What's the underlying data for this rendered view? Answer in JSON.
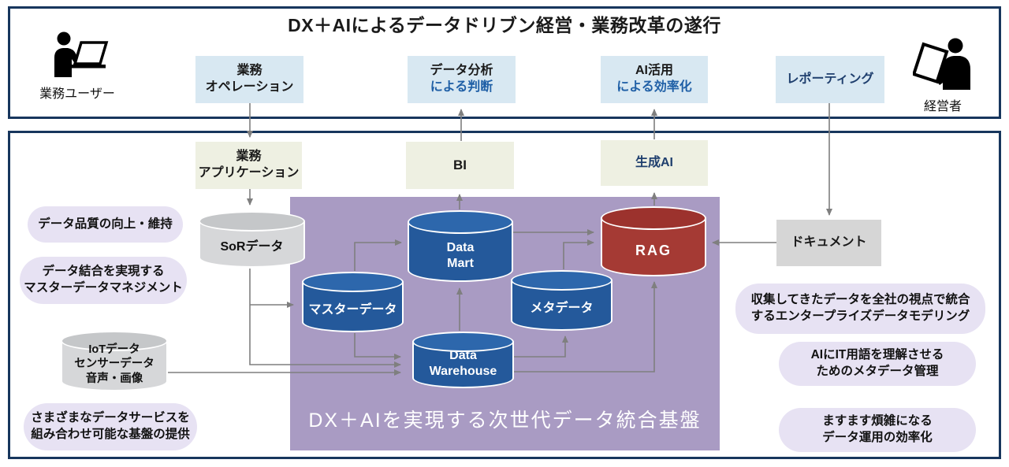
{
  "header": {
    "title": "DX＋AIによるデータドリブン経営・業務改革の遂行",
    "user_label": "業務ユーザー",
    "executive_label": "経営者"
  },
  "flows": {
    "operation": {
      "line1": "業務",
      "line2": "オペレーション"
    },
    "analysis": {
      "line1": "データ分析",
      "line2": "による判断"
    },
    "ai_use": {
      "line1": "AI活用",
      "line2": "による効率化"
    },
    "reporting": {
      "label": "レポーティング"
    }
  },
  "systems": {
    "app": {
      "label": "業務\nアプリケーション"
    },
    "bi": {
      "label": "BI"
    },
    "genai": {
      "label": "生成AI"
    },
    "document": {
      "label": "ドキュメント"
    }
  },
  "datastores": {
    "sor": {
      "label": "SoRデータ"
    },
    "iot": {
      "label": "IoTデータ\nセンサーデータ\n音声・画像"
    },
    "master": {
      "label": "マスターデータ"
    },
    "meta": {
      "label": "メタデータ"
    },
    "datamart": {
      "label": "Data\nMart"
    },
    "warehouse": {
      "label": "Data\nWarehouse"
    },
    "rag": {
      "label": "RAG"
    }
  },
  "platform": {
    "caption": "DX＋AIを実現する次世代データ統合基盤"
  },
  "notes": {
    "left": [
      "データ品質の向上・維持",
      "データ結合を実現する\nマスターデータマネジメント",
      "さまざまなデータサービスを\n組み合わせ可能な基盤の提供"
    ],
    "right": [
      "収集してきたデータを全社の視点で統合\nするエンタープライズデータモデリング",
      "AIにIT用語を理解させる\nためのメタデータ管理",
      "ますます煩雑になる\nデータ運用の効率化"
    ]
  },
  "icons": {
    "left": "person-at-laptop-icon",
    "right": "person-with-tablet-icon"
  },
  "colors": {
    "frame_navy": "#17365d",
    "panel_purple": "#a99bc3",
    "cylinder_blue": "#24599b",
    "cylinder_red": "#a53a34",
    "cylinder_gray": "#d6d7d9",
    "box_lightblue": "#d8e8f2",
    "box_olive": "#eef0e2",
    "box_gray": "#d6d6d6",
    "note_lavender": "#e7e2f3",
    "arrow_gray": "#7f7f7f",
    "text_blue": "#1f5fa6",
    "text_navy": "#1f3f6e"
  }
}
